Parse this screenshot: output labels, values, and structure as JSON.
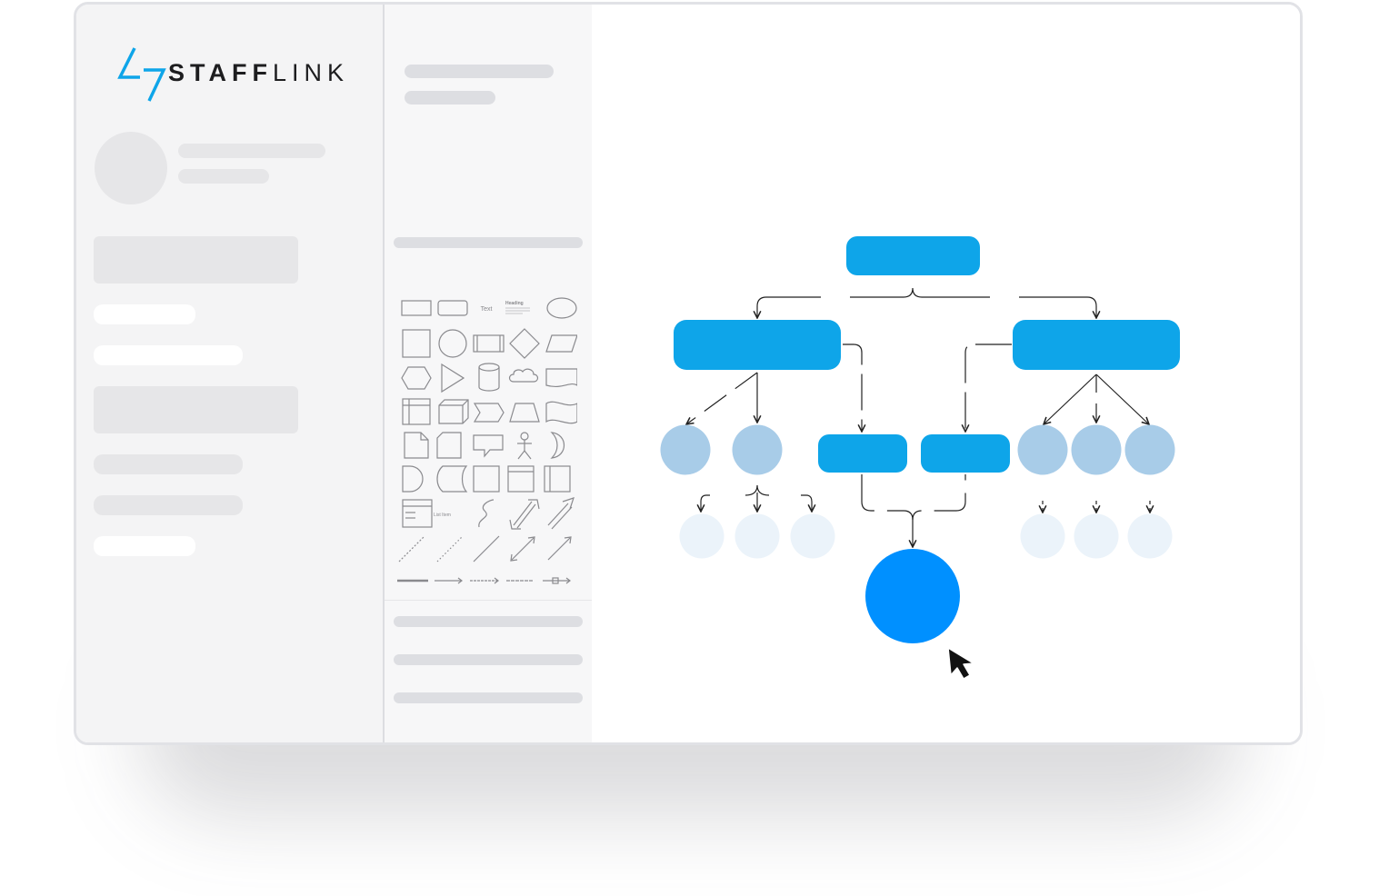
{
  "app": {
    "logo_text_strong": "STAFF",
    "logo_text_light": "LINK",
    "brand_color": "#0ea5e9"
  },
  "shape_library": {
    "text_shape_label": "Text",
    "heading_shape_label": "Heading",
    "list_shape_label": "List Item"
  },
  "diagram": {
    "primary_node_color": "#0ea5e9",
    "secondary_node_color": "#a8cce8",
    "tertiary_node_color": "#ebf3fa",
    "selected_node_color": "#0090ff"
  }
}
